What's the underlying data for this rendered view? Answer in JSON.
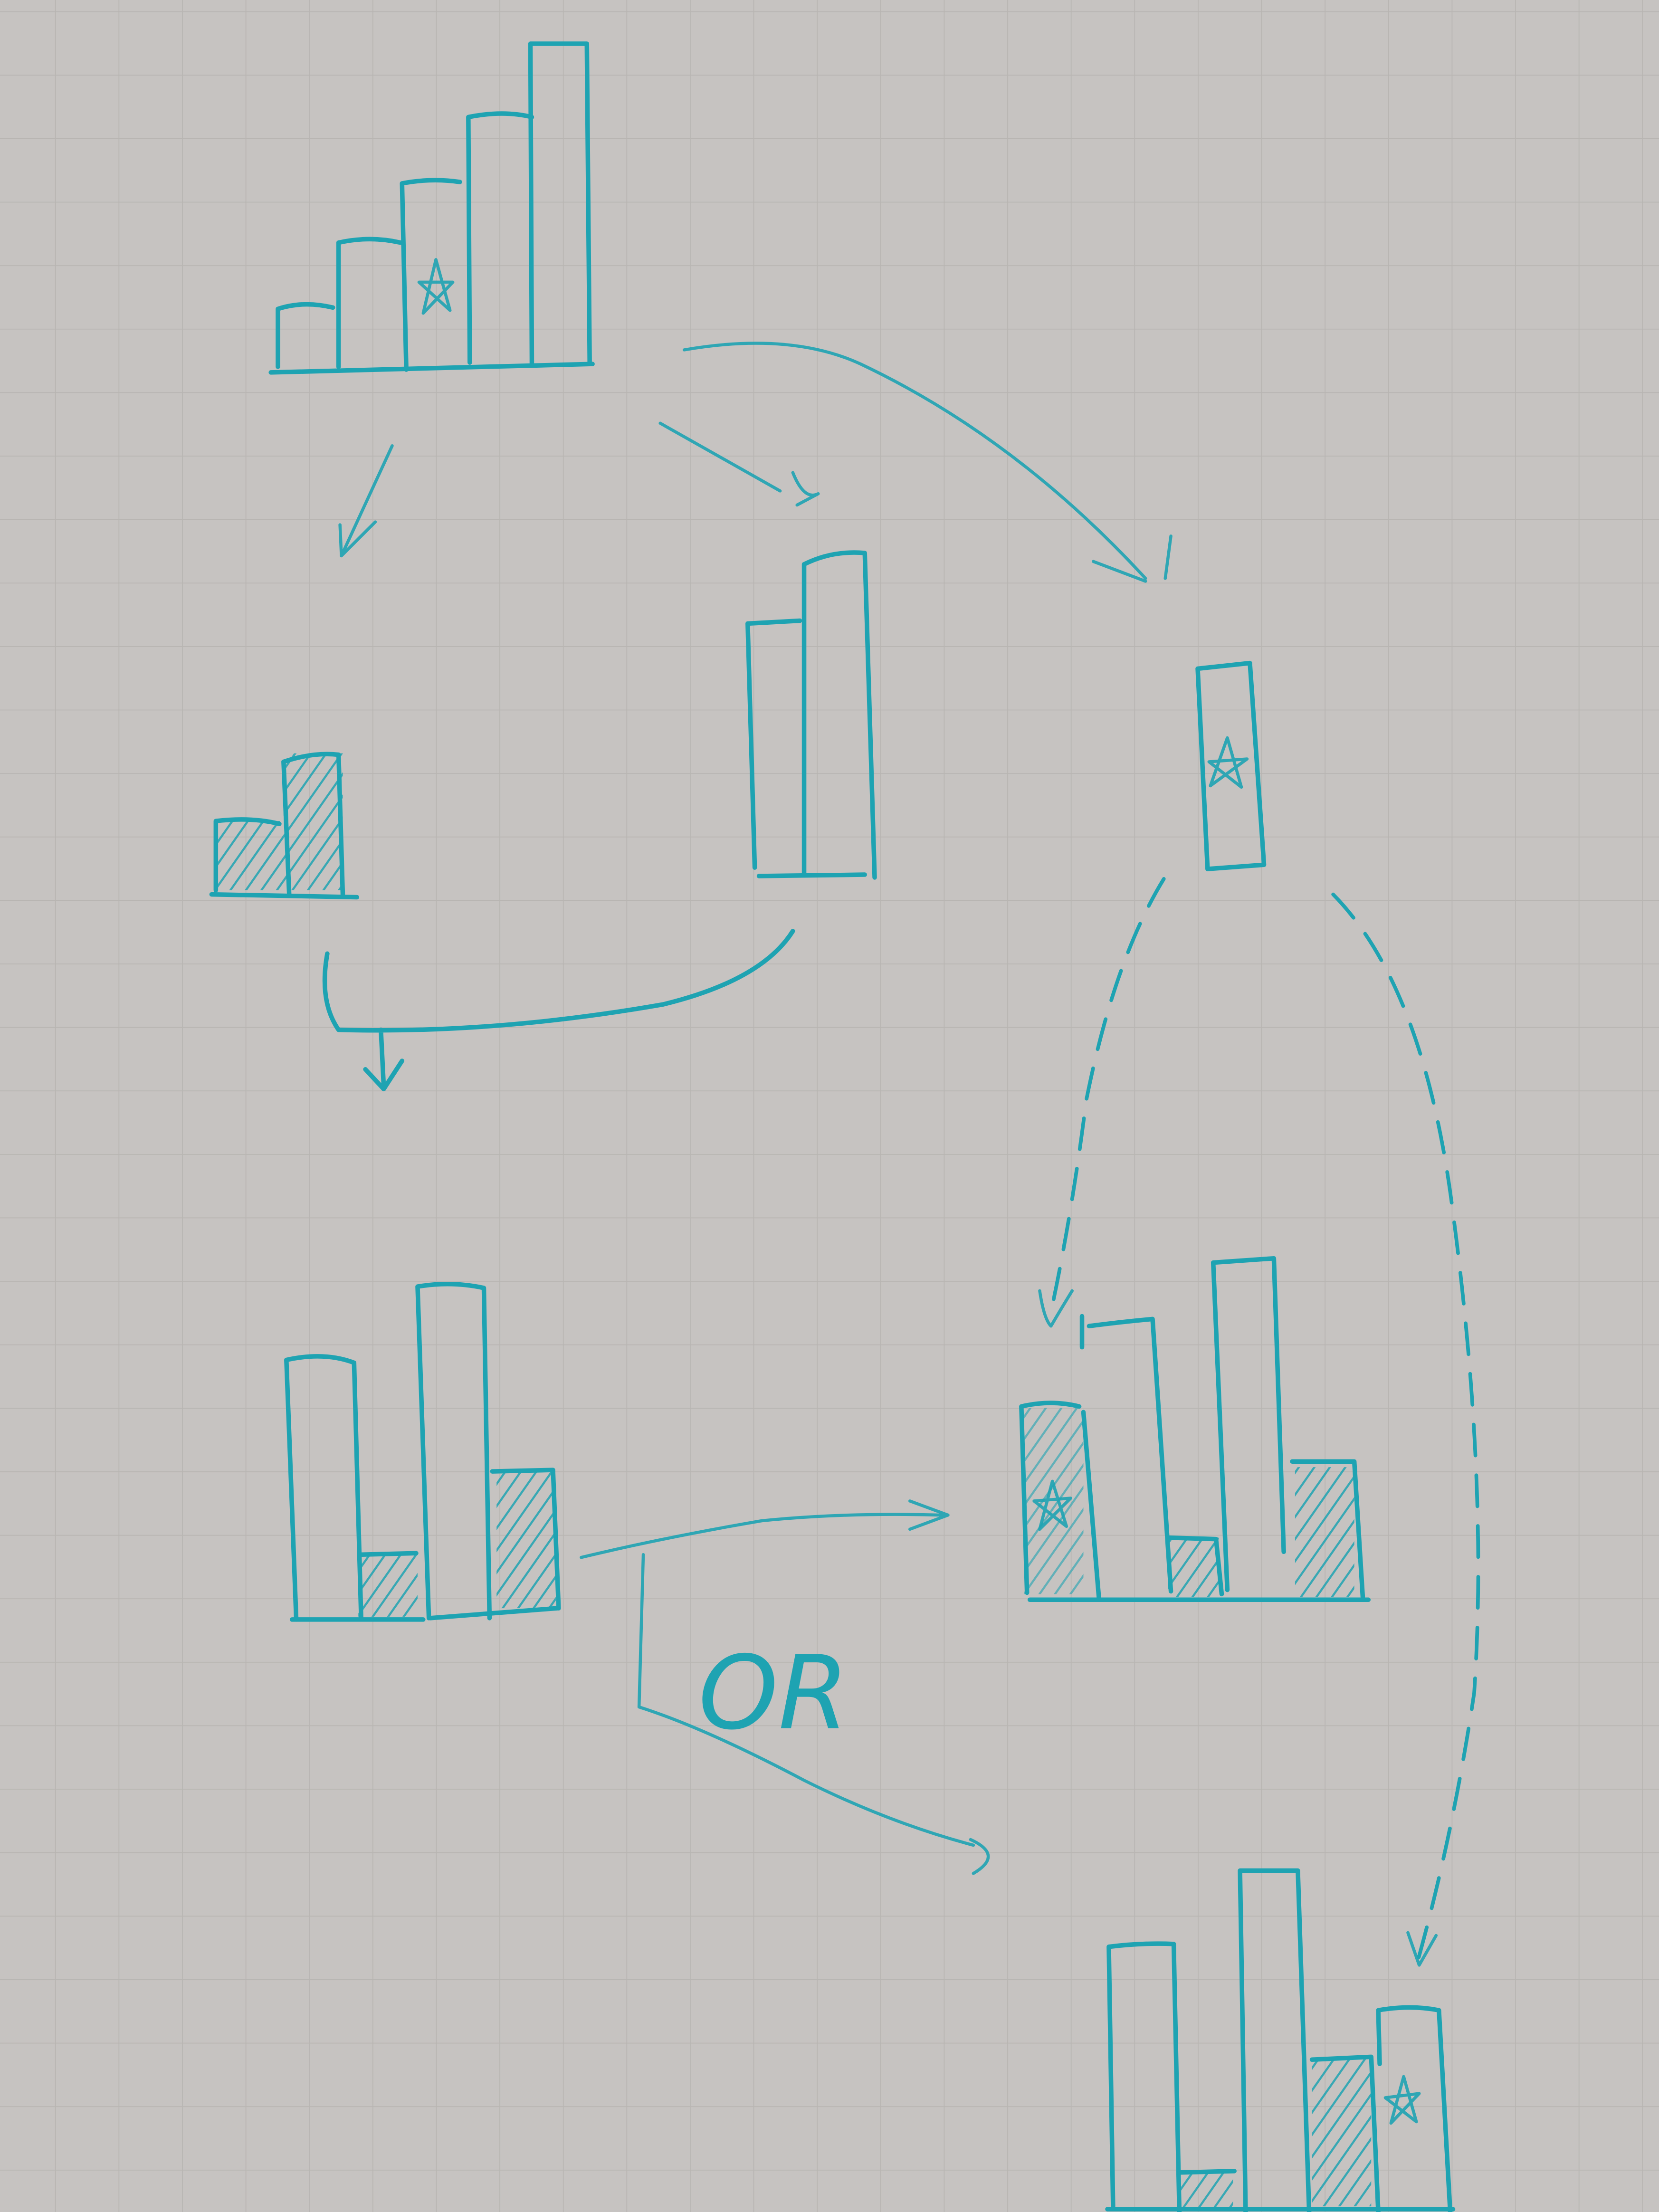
{
  "diagram": {
    "description": "Hand-drawn sketch on grid paper showing bar-chart transformations connected by arrows",
    "ink_color": "#1ea3b2",
    "paper_color": "#c6c3c1",
    "grid_color": "#b9b6b3",
    "annotation_text": "OR",
    "nodes": [
      {
        "id": "source-chart",
        "label": "Ascending 5-bar chart with star on bar 3",
        "bars": [
          1,
          2,
          3,
          4,
          5
        ],
        "star_bar": 3
      },
      {
        "id": "small-hatched-chart",
        "label": "Bars 1-2 hatched",
        "bars": [
          1,
          2
        ],
        "hatched": [
          1,
          2
        ]
      },
      {
        "id": "tall-pair-chart",
        "label": "Bars 4-5 outlined",
        "bars": [
          4,
          5
        ]
      },
      {
        "id": "star-bar",
        "label": "Single starred bar 3",
        "bars": [
          3
        ],
        "star_bar": 3
      },
      {
        "id": "interleaved-chart",
        "label": "Interleaved: 4, 1 (hatched), 5, 2 (hatched)",
        "bars": [
          4,
          1,
          5,
          2
        ],
        "hatched": [
          2,
          4
        ]
      },
      {
        "id": "merged-chart-star-first",
        "label": "Star bar first, then interleaved",
        "bars": [
          "3*",
          4,
          1,
          5,
          2
        ]
      },
      {
        "id": "merged-chart-star-last",
        "label": "Interleaved, then star bar last",
        "bars": [
          4,
          1,
          5,
          2,
          "3*"
        ]
      }
    ],
    "edges": [
      {
        "from": "source-chart",
        "to": "small-hatched-chart",
        "style": "solid"
      },
      {
        "from": "source-chart",
        "to": "tall-pair-chart",
        "style": "solid"
      },
      {
        "from": "source-chart",
        "to": "star-bar",
        "style": "solid"
      },
      {
        "from": "small-hatched-chart",
        "to": "interleaved-chart",
        "style": "solid",
        "merge_with": "tall-pair-chart"
      },
      {
        "from": "interleaved-chart",
        "to": "merged-chart-star-first",
        "style": "solid"
      },
      {
        "from": "interleaved-chart",
        "to": "merged-chart-star-last",
        "style": "solid",
        "label": "OR"
      },
      {
        "from": "star-bar",
        "to": "merged-chart-star-first",
        "style": "dashed"
      },
      {
        "from": "star-bar",
        "to": "merged-chart-star-last",
        "style": "dashed"
      }
    ]
  }
}
